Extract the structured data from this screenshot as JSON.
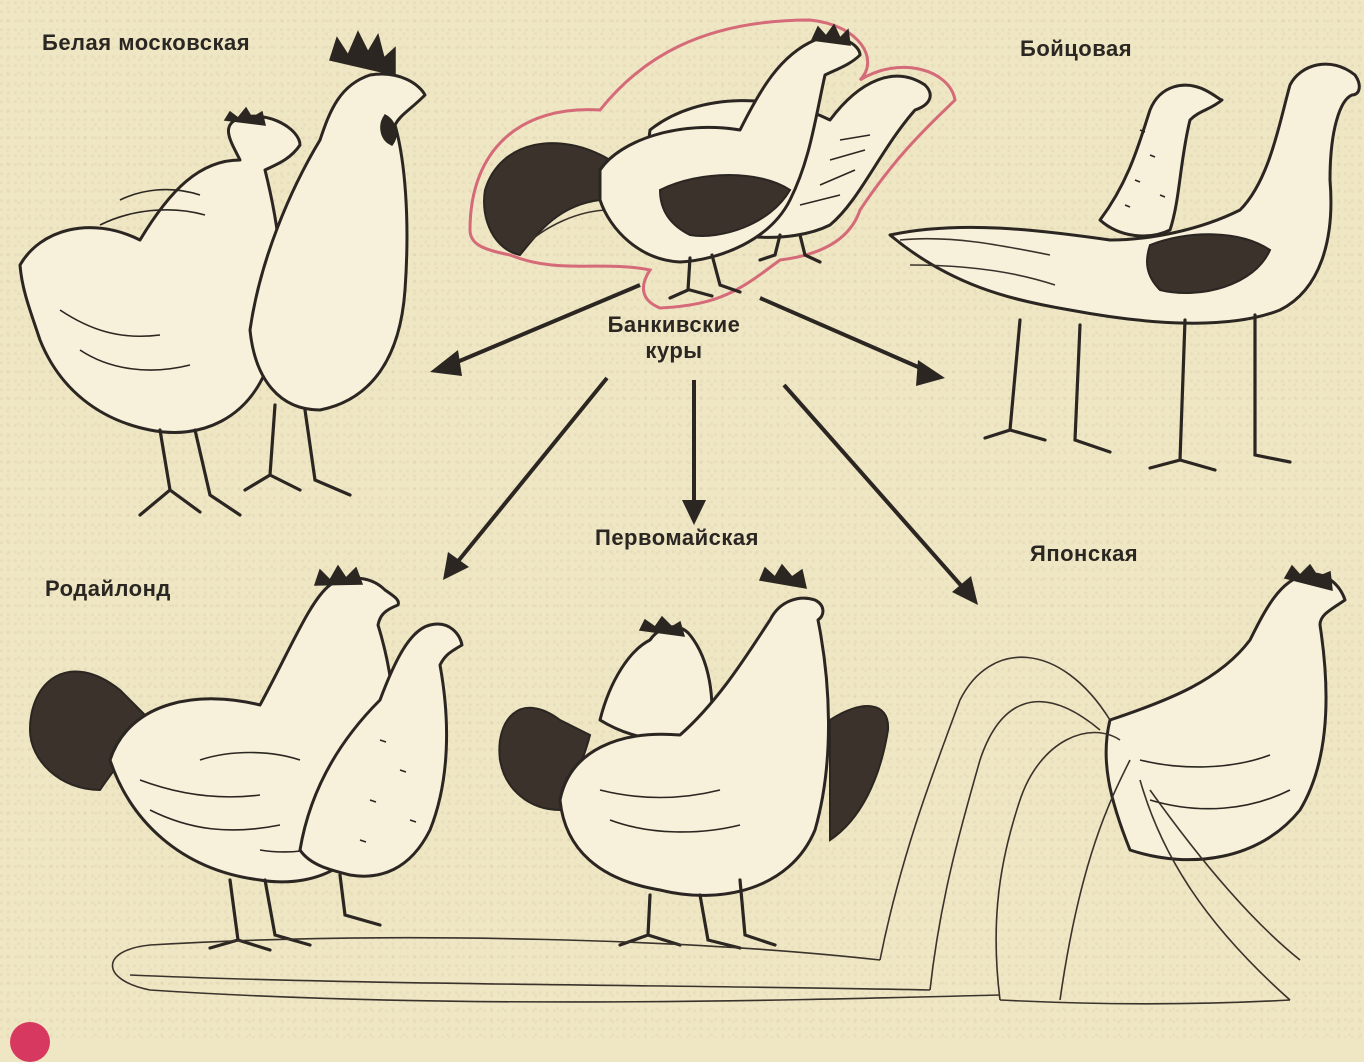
{
  "title_center": "Банкивские куры",
  "breeds": {
    "moscow_white": "Белая московская",
    "fighting": "Бойцовая",
    "pervomai": "Первомайская",
    "rhode_island": "Родайлонд",
    "japanese": "Японская"
  },
  "center_label_lines": [
    "Банкивские",
    "куры"
  ],
  "colors": {
    "background": "#efe6c4",
    "ink": "#2b2621",
    "halo": "#d56a78",
    "corner_mark": "#d7385f"
  },
  "icons": [
    "rooster-icon",
    "hen-icon",
    "arrow-icon"
  ]
}
